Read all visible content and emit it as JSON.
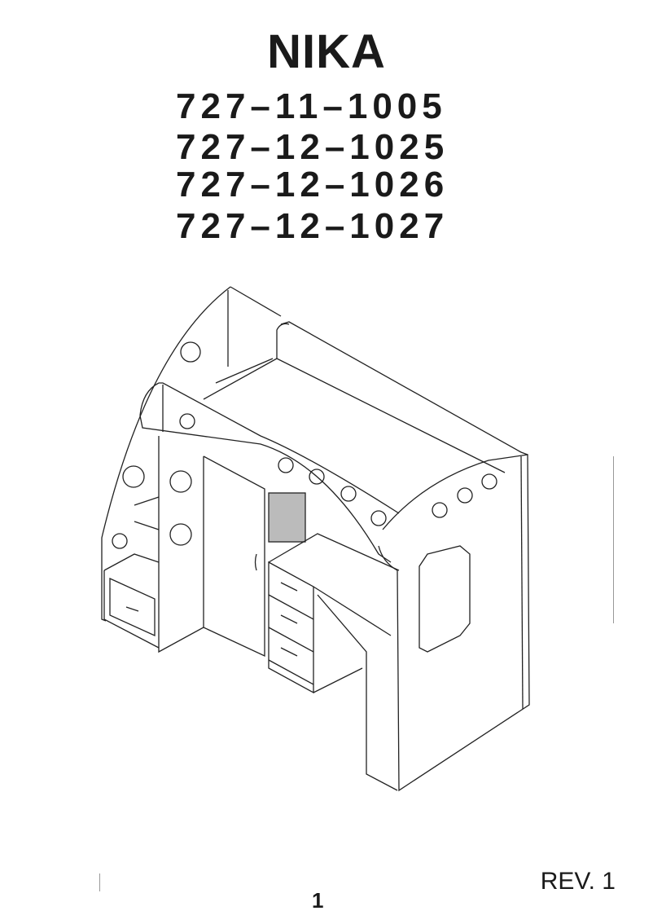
{
  "document": {
    "title": "NIKA",
    "codes": [
      "727–11–1005",
      "727–12–1025",
      "727–12–1026",
      "727–12–1027"
    ],
    "revision": "REV. 1",
    "page_number": "1"
  }
}
